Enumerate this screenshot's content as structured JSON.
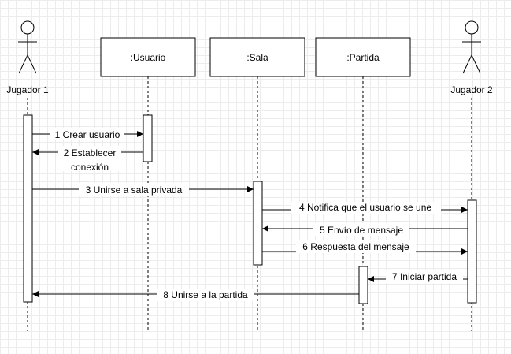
{
  "actors": {
    "a1": {
      "label": "Jugador 1"
    },
    "a2": {
      "label": "Jugador 2"
    }
  },
  "objects": {
    "o1": {
      "label": ":Usuario"
    },
    "o2": {
      "label": ":Sala"
    },
    "o3": {
      "label": ":Partida"
    }
  },
  "messages": [
    {
      "label": "1 Crear usuario"
    },
    {
      "label": "2 Establecer",
      "label2": "conexión"
    },
    {
      "label": "3 Unirse a sala privada"
    },
    {
      "label": "4 Notifica que el usuario se une"
    },
    {
      "label": "5 Envío de mensaje"
    },
    {
      "label": "6 Respuesta del mensaje"
    },
    {
      "label": "7 Iniciar partida"
    },
    {
      "label": "8 Unirse a la partida"
    }
  ]
}
